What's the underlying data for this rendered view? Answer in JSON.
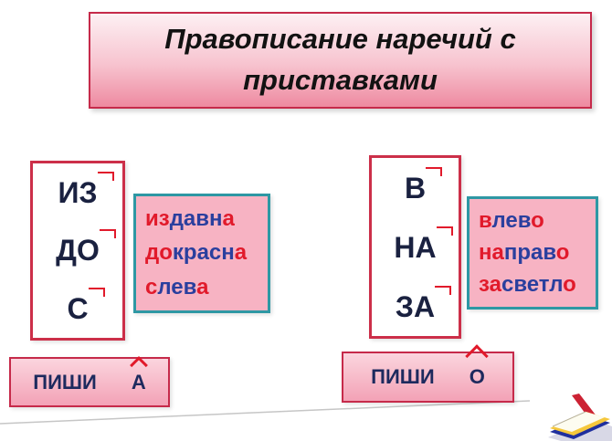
{
  "title": "Правописание наречий с приставками",
  "left_group": {
    "prefixes": [
      "ИЗ",
      "ДО",
      "С"
    ],
    "words": [
      {
        "prefix": "из",
        "root": "давн",
        "suffix": "а"
      },
      {
        "prefix": "до",
        "root": "красн",
        "suffix": "а"
      },
      {
        "prefix": "с",
        "root": "лев",
        "suffix": "а"
      }
    ],
    "rule": {
      "label": "ПИШИ",
      "letter": "А"
    }
  },
  "right_group": {
    "prefixes": [
      "В",
      "НА",
      "ЗА"
    ],
    "words": [
      {
        "prefix": "в",
        "root": "лев",
        "suffix": "о"
      },
      {
        "prefix": "на",
        "root": "прав",
        "suffix": "о"
      },
      {
        "prefix": "за",
        "root": "светл",
        "suffix": "о"
      }
    ],
    "rule": {
      "label": "ПИШИ",
      "letter": "О"
    }
  },
  "colors": {
    "prefix_red": "#e11a2b",
    "root_blue": "#2a3f9e",
    "box_border_red": "#c62a4a",
    "example_border_teal": "#2e98a4",
    "example_bg_pink": "#f7b3c3",
    "banner_pink": "#ee8aa0",
    "text_navy": "#1d2a5e"
  },
  "icons": {
    "prefix_mark": "prefix-mark-icon",
    "suffix_caret": "suffix-caret-icon",
    "book": "book-icon"
  }
}
